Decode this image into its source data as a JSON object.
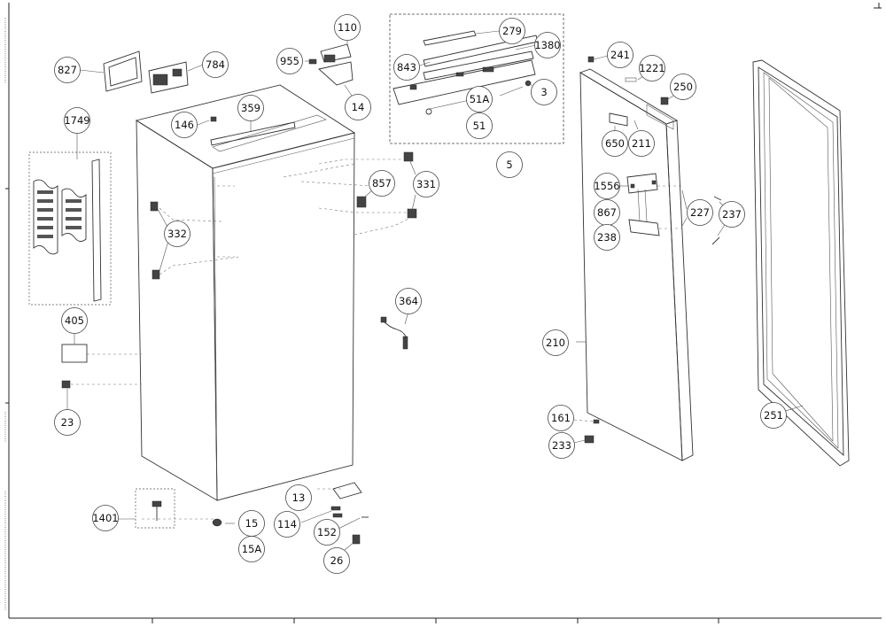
{
  "callouts": {
    "c827": "827",
    "c784": "784",
    "c955": "955",
    "c110": "110",
    "c14": "14",
    "c279": "279",
    "c1380": "1380",
    "c843": "843",
    "c51A": "51A",
    "c51": "51",
    "c3": "3",
    "c5": "5",
    "c241": "241",
    "c1221": "1221",
    "c250": "250",
    "c650": "650",
    "c211": "211",
    "c146": "146",
    "c359": "359",
    "c1749": "1749",
    "c857": "857",
    "c331": "331",
    "c332": "332",
    "c1556": "1556",
    "c867": "867",
    "c238": "238",
    "c227": "227",
    "c237": "237",
    "c364": "364",
    "c405": "405",
    "c210": "210",
    "c23": "23",
    "c161": "161",
    "c233": "233",
    "c251": "251",
    "c13": "13",
    "c1401": "1401",
    "c15": "15",
    "c114": "114",
    "c152": "152",
    "c15A": "15A",
    "c26": "26"
  }
}
